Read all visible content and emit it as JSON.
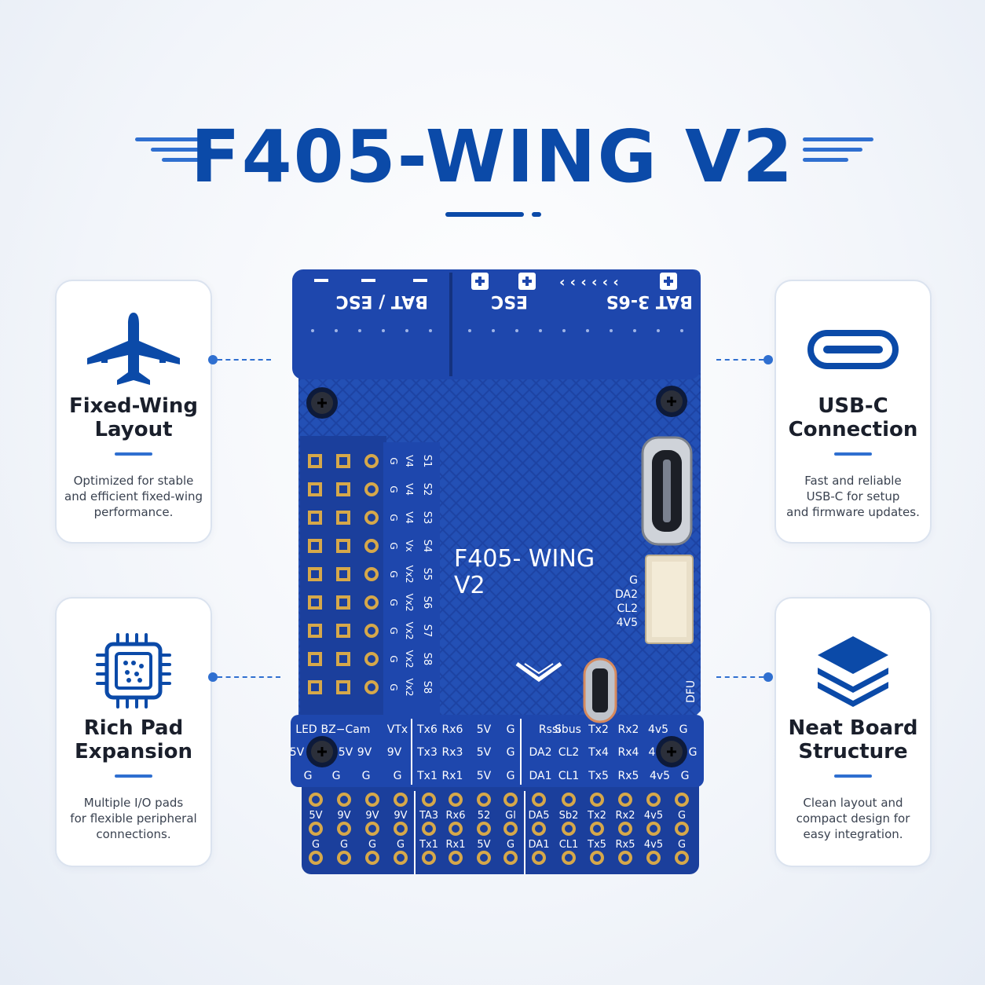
{
  "header": {
    "title": "F405-WING V2"
  },
  "cards": [
    {
      "id": "fixed-wing",
      "icon": "airplane-icon",
      "title_line1": "Fixed-Wing",
      "title_line2": "Layout",
      "desc_line1": "Optimized for stable",
      "desc_line2": "and efficient fixed-wing",
      "desc_line3": "performance."
    },
    {
      "id": "usb-c",
      "icon": "usb-c-icon",
      "title_line1": "USB-C",
      "title_line2": "Connection",
      "desc_line1": "Fast and reliable",
      "desc_line2": "USB-C for setup",
      "desc_line3": "and firmware updates."
    },
    {
      "id": "rich-pad",
      "icon": "chip-icon",
      "title_line1": "Rich Pad",
      "title_line2": "Expansion",
      "desc_line1": "Multiple I/O pads",
      "desc_line2": "for flexible peripheral",
      "desc_line3": "connections."
    },
    {
      "id": "neat-board",
      "icon": "layers-icon",
      "title_line1": "Neat Board",
      "title_line2": "Structure",
      "desc_line1": "Clean layout and",
      "desc_line2": "compact design for",
      "desc_line3": "easy integration."
    }
  ],
  "board": {
    "bat_esc_left": "BAT / ESC",
    "esc_right": "ESC",
    "bat_3_6s": "BAT 3-6S",
    "silkscreen_title_1": "F405- WING",
    "silkscreen_title_2": "V2",
    "i2c_labels": [
      "G",
      "DA2",
      "CL2",
      "4V5"
    ],
    "dfu": "DFU",
    "servo_labels": [
      "S1",
      "S2",
      "S3",
      "S4",
      "S5",
      "S6",
      "S7",
      "S8",
      "S8"
    ],
    "servo_volt": [
      "V4",
      "V4",
      "V4",
      "Vx",
      "Vx2",
      "Vx2",
      "Vx2",
      "Vx2",
      "Vx2"
    ],
    "bottom_row1": [
      "LED",
      "BZ−Cam",
      "VTx",
      "Tx6",
      "Rx6",
      "5V",
      "G",
      "Rssi",
      "Sbus",
      "Tx2",
      "Rx2",
      "4v5",
      "G"
    ],
    "bottom_row2": [
      "5V",
      "5V",
      "9V",
      "9V",
      "Tx3",
      "Rx3",
      "5V",
      "G",
      "DA2",
      "CL2",
      "Tx4",
      "Rx4",
      "4",
      "G"
    ],
    "bottom_row3": [
      "G",
      "G",
      "G",
      "G",
      "Tx1",
      "Rx1",
      "5V",
      "G",
      "DA1",
      "CL1",
      "Tx5",
      "Rx5",
      "4v5",
      "G"
    ],
    "ext_row1": [
      "5V",
      "9V",
      "9V",
      "9V",
      "TA3",
      "Rx6",
      "52",
      "Gl",
      "DA5",
      "Sb2",
      "Tx2",
      "Rx2",
      "4v5",
      "G"
    ],
    "ext_row2": [
      "G",
      "G",
      "G",
      "G",
      "Tx1",
      "Rx1",
      "5V",
      "G",
      "DA1",
      "CL1",
      "Tx5",
      "Rx5",
      "4v5",
      "G"
    ]
  },
  "colors": {
    "brand": "#0b4aa8",
    "accent": "#2f6fd0",
    "pcb": "#1b3f9c",
    "pcb_dark": "#14327f",
    "gold": "#d6a84a"
  }
}
